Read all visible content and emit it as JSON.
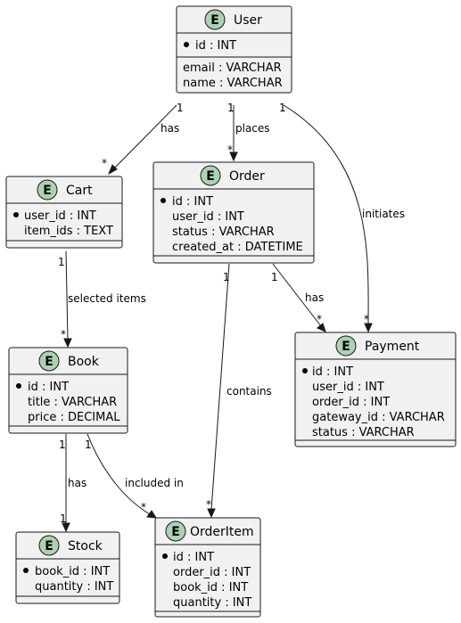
{
  "entities": {
    "user": {
      "badge": "E",
      "name": "User",
      "key": [
        "id : INT"
      ],
      "attrs": [
        "email : VARCHAR",
        "name : VARCHAR"
      ]
    },
    "cart": {
      "badge": "E",
      "name": "Cart",
      "key": [],
      "attrs": [
        "user_id : INT",
        "item_ids : TEXT"
      ]
    },
    "order": {
      "badge": "E",
      "name": "Order",
      "key": [],
      "attrs": [
        "id : INT",
        "user_id : INT",
        "status : VARCHAR",
        "created_at : DATETIME"
      ]
    },
    "payment": {
      "badge": "E",
      "name": "Payment",
      "key": [],
      "attrs": [
        "id : INT",
        "user_id : INT",
        "order_id : INT",
        "gateway_id : VARCHAR",
        "status : VARCHAR"
      ]
    },
    "book": {
      "badge": "E",
      "name": "Book",
      "key": [],
      "attrs": [
        "id : INT",
        "title : VARCHAR",
        "price : DECIMAL"
      ]
    },
    "stock": {
      "badge": "E",
      "name": "Stock",
      "key": [],
      "attrs": [
        "book_id : INT",
        "quantity : INT"
      ]
    },
    "orderitem": {
      "badge": "E",
      "name": "OrderItem",
      "key": [],
      "attrs": [
        "id : INT",
        "order_id : INT",
        "book_id : INT",
        "quantity : INT"
      ]
    }
  },
  "relations": {
    "user_cart": {
      "label": "has",
      "from_mult": "1",
      "to_mult": "*"
    },
    "user_order": {
      "label": "places",
      "from_mult": "1",
      "to_mult": "*"
    },
    "user_payment": {
      "label": "initiates",
      "from_mult": "1",
      "to_mult": "*"
    },
    "cart_book": {
      "label": "selected items",
      "from_mult": "1",
      "to_mult": "*"
    },
    "order_orderitem": {
      "label": "contains",
      "from_mult": "1",
      "to_mult": "*"
    },
    "order_payment": {
      "label": "has",
      "from_mult": "1",
      "to_mult": "*"
    },
    "book_stock": {
      "label": "has",
      "from_mult": "1",
      "to_mult": "1"
    },
    "book_orderitem": {
      "label": "included in",
      "from_mult": "1",
      "to_mult": "*"
    }
  },
  "colors": {
    "entity_fill": "#f1f1f1",
    "badge_fill": "#ADD1B2",
    "stroke": "#181818"
  }
}
